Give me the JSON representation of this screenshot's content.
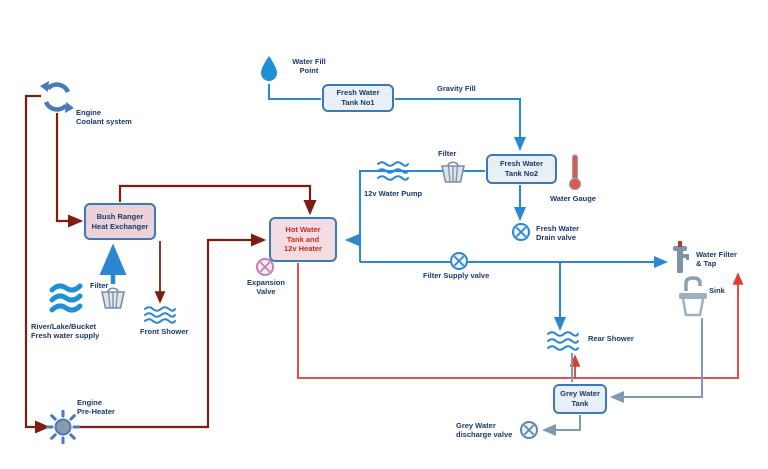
{
  "labels": {
    "water_fill_point": "Water Fill\nPoint",
    "tank1": "Fresh Water\nTank No1",
    "gravity_fill": "Gravity Fill",
    "tank2": "Fresh Water\nTank No2",
    "filter_top": "Filter",
    "pump_12v": "12v Water  Pump",
    "water_gauge": "Water Gauge",
    "fresh_drain_valve": "Fresh Water\nDrain valve",
    "engine_coolant": "Engine\nCoolant system",
    "heat_exchanger": "Bush  Ranger\nHeat Exchanger",
    "filter_left": "Filter",
    "river_supply": "River/Lake/Bucket\nFresh water supply",
    "front_shower": "Front Shower",
    "hot_water_tank": "Hot Water\nTank and\n12v Heater",
    "expansion_valve": "Expansion\nValve",
    "filter_supply_valve": "Filter Supply valve",
    "water_filter_tap": "Water Filter\n& Tap",
    "sink": "Sink",
    "rear_shower": "Rear Shower",
    "engine_preheater": "Engine\nPre-Heater",
    "grey_water_tank": "Grey Water\nTank",
    "grey_discharge_valve": "Grey Water\ndischarge valve"
  },
  "colors": {
    "fresh_line": "#2b87d1",
    "coolant_line": "#7e1d10",
    "hot_line": "#e23a30",
    "grey_line": "#7f9ab0",
    "box_border": "#3c79b8",
    "box_fill": "#e9eff6",
    "hot_box_fill": "#f3dde2",
    "exchanger_fill": "#ecd2d8",
    "label_text": "#173a66",
    "hot_text": "#cc2a24"
  }
}
